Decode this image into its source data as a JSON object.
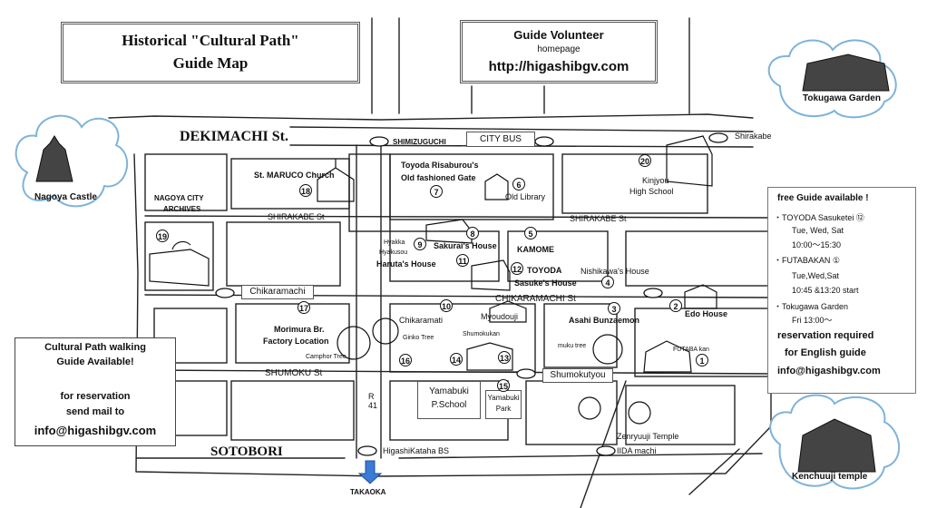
{
  "title": {
    "line1": "Historical \"Cultural Path\"",
    "line2": "Guide Map"
  },
  "volunteer": {
    "heading": "Guide Volunteer",
    "sub": "homepage",
    "url": "http://higashibgv.com"
  },
  "streets": {
    "dekimachi": "DEKIMACHI St.",
    "shirakabe_w": "SHIRAKABE St",
    "shirakabe_e": "SHIRAKABE St",
    "chikaramachi_st": "CHIKARAMACHI St",
    "shumoku": "SHUMOKU St",
    "sotobori": "SOTOBORI",
    "r41": "R 41"
  },
  "bus": {
    "label": "CITY BUS",
    "shimizuguchi": "SHIMIZUGUCHI",
    "shirakabe": "Shirakabe",
    "chikaramachi": "Chikaramachi",
    "shumokutyou": "Shumokutyou",
    "higashikataha": "HigashiKataha BS",
    "iida": "IIDA machi"
  },
  "clouds": {
    "nagoya_castle": "Nagoya Castle",
    "tokugawa_garden": "Tokugawa Garden",
    "kenchuuji": "Kenchuuji temple"
  },
  "places": {
    "archives_1": "NAGOYA CITY",
    "archives_2": "ARCHIVES",
    "maruco": "St. MARUCO Church",
    "toyoda_1": "Toyoda Risaburou's",
    "toyoda_2": "Old fashioned Gate",
    "old_library": "Old Library",
    "kinjyou_1": "Kinjyou",
    "kinjyou_2": "High School",
    "hyakka_1": "Hyakka",
    "hyakka_2": "Hyakusou",
    "sakurai": "Sakurai's House",
    "kamome": "KAMOME",
    "haruta": "Haruta's House",
    "toyoda_sasuke_1": "TOYODA",
    "toyoda_sasuke_2": "Sasuke's House",
    "nishikawa": "Nishikawa's House",
    "chikaramati": "Chikaramati",
    "myoudouji": "Myoudouji",
    "asahi": "Asahi Bunzaemon",
    "edo": "Edo House",
    "morimura_1": "Morimura Br.",
    "morimura_2": "Factory Location",
    "camphor": "Camphor Tree",
    "ginko": "Ginko Tree",
    "shumokukan": "Shumokukan",
    "muku": "muku tree",
    "futaba": "FUTABA kan",
    "yamabuki_school_1": "Yamabuki",
    "yamabuki_school_2": "P.School",
    "yamabuki_park_1": "Yamabuki",
    "yamabuki_park_2": "Park",
    "zenryuuji": "Zenryuuji Temple",
    "takaoka": "TAKAOKA"
  },
  "numbers": [
    "1",
    "2",
    "3",
    "4",
    "5",
    "6",
    "7",
    "8",
    "9",
    "10",
    "11",
    "12",
    "13",
    "14",
    "15",
    "16",
    "17",
    "18",
    "19",
    "20"
  ],
  "walking": {
    "line1": "Cultural Path walking",
    "line2": "Guide Available!",
    "line3": "for reservation",
    "line4": "send mail to",
    "email": "info@higashibgv.com"
  },
  "free_guide": {
    "heading": "free Guide available !",
    "item1": "・TOYODA Sasuketei ⑫",
    "item1_time1": "Tue, Wed, Sat",
    "item1_time2": "10:00～15:30",
    "item2": "・FUTABAKAN ①",
    "item2_time1": "Tue,Wed,Sat",
    "item2_time2": "10:45 &13:20 start",
    "item3": "・Tokugawa Garden",
    "item3_time": "Fri   13:00～",
    "reservation_1": "reservation  required",
    "reservation_2": "for English guide",
    "email": "info@higashibgv.com"
  },
  "colors": {
    "ink": "#111111",
    "border": "#555555",
    "arrow": "#3a7bd5",
    "cloud": "#7fb3d9"
  }
}
